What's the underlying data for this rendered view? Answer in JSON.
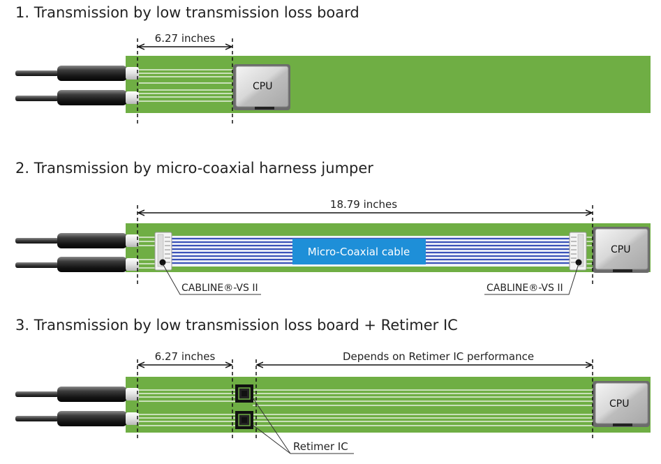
{
  "section1": {
    "title": "1. Transmission by low transmission loss board",
    "dimension_label": "6.27 inches",
    "cpu_label": "CPU"
  },
  "section2": {
    "title": "2. Transmission by micro-coaxial harness jumper",
    "dimension_label": "18.79 inches",
    "cable_label": "Micro-Coaxial cable",
    "connector_left_label": "CABLINE®-VS II",
    "connector_right_label": "CABLINE®-VS II",
    "cpu_label": "CPU"
  },
  "section3": {
    "title": "3. Transmission by low transmission loss board + Retimer IC",
    "dimension_left_label": "6.27 inches",
    "dimension_right_label": "Depends on Retimer IC performance",
    "retimer_label": "Retimer IC",
    "cpu_label": "CPU"
  },
  "colors": {
    "board_green": "#6fae44",
    "cable_blue": "#3a52b8",
    "label_blue": "#1e8fd8",
    "trace_white": "#ffffff"
  }
}
